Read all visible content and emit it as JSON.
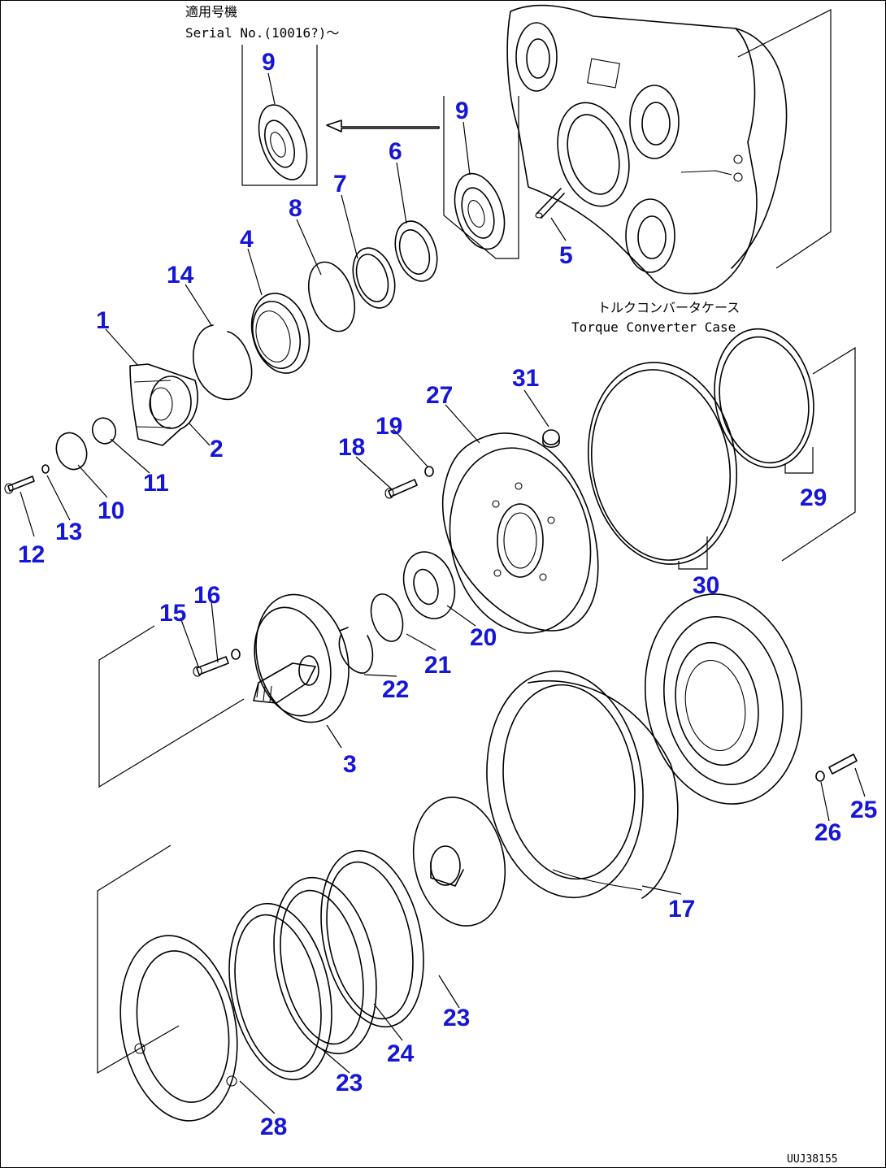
{
  "diagram": {
    "serial_label_jp": "適用号機",
    "serial_label_en": "Serial No.(10016?)～",
    "case_label_jp": "トルクコンバータケース",
    "case_label_en": "Torque Converter Case",
    "drawing_code": "UUJ38155",
    "accent_color": "#1616d8",
    "part_numbers": [
      "1",
      "2",
      "3",
      "4",
      "5",
      "6",
      "7",
      "8",
      "9",
      "9",
      "10",
      "11",
      "12",
      "13",
      "14",
      "15",
      "16",
      "17",
      "18",
      "19",
      "20",
      "21",
      "22",
      "23",
      "23",
      "24",
      "25",
      "26",
      "27",
      "28",
      "29",
      "30",
      "31"
    ]
  }
}
